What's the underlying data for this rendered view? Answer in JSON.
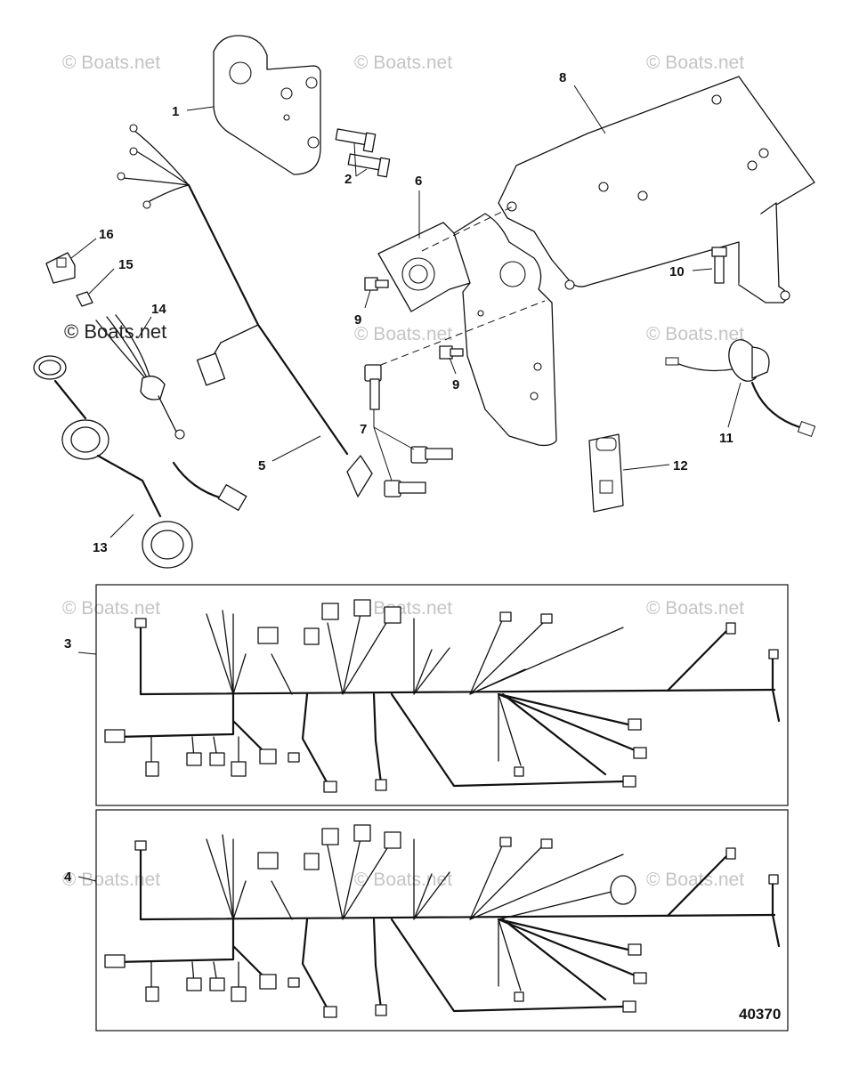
{
  "watermark": {
    "text": "© Boats.net"
  },
  "figure_id": "40370",
  "callouts": [
    {
      "id": "c1",
      "label": "1"
    },
    {
      "id": "c2",
      "label": "2"
    },
    {
      "id": "c3",
      "label": "3"
    },
    {
      "id": "c4",
      "label": "4"
    },
    {
      "id": "c5",
      "label": "5"
    },
    {
      "id": "c6",
      "label": "6"
    },
    {
      "id": "c7",
      "label": "7"
    },
    {
      "id": "c8",
      "label": "8"
    },
    {
      "id": "c9a",
      "label": "9"
    },
    {
      "id": "c9b",
      "label": "9"
    },
    {
      "id": "c10",
      "label": "10"
    },
    {
      "id": "c11",
      "label": "11"
    },
    {
      "id": "c12",
      "label": "12"
    },
    {
      "id": "c13",
      "label": "13"
    },
    {
      "id": "c14",
      "label": "14"
    },
    {
      "id": "c15",
      "label": "15"
    },
    {
      "id": "c16",
      "label": "16"
    }
  ]
}
